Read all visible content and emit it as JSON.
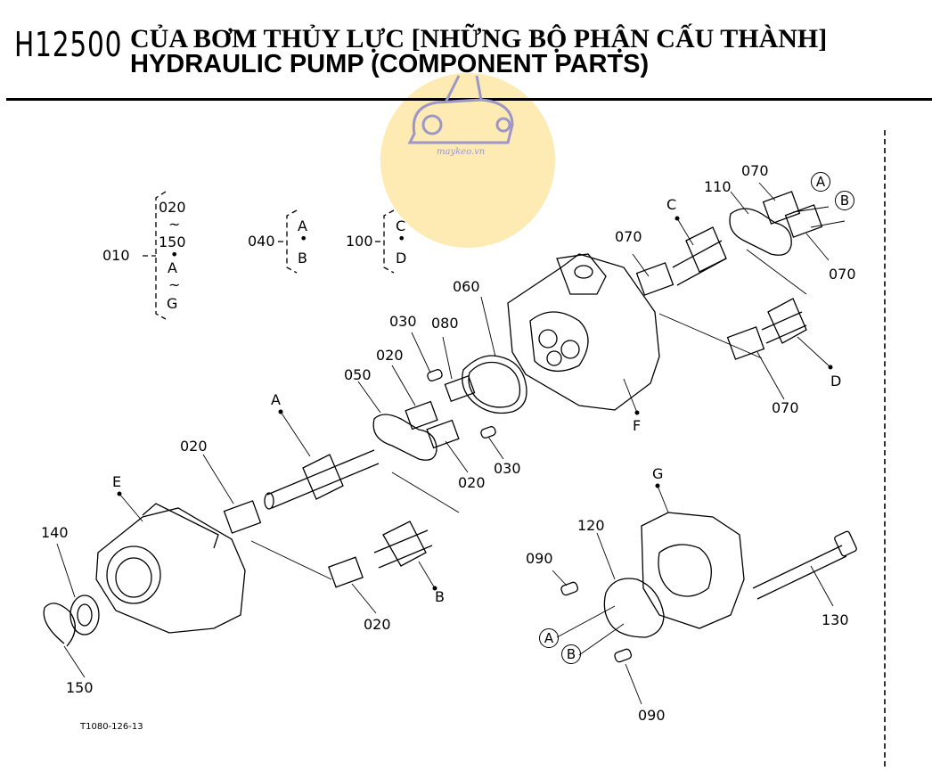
{
  "header": {
    "code": "H12500",
    "title_vi": "CỦA BƠM THỦY LỰC [NHỮNG BỘ PHẬN CẤU THÀNH]",
    "title_en": "HYDRAULIC PUMP (COMPONENT PARTS)"
  },
  "watermark": {
    "text": "maykeo.vn",
    "icon": "tractor-icon",
    "circle_color": "#fde7a6",
    "icon_color": "#9c97c8"
  },
  "legend_groups": [
    {
      "ref": "010",
      "items": [
        "020",
        "~",
        "150",
        "•",
        "A",
        "~",
        "G"
      ]
    },
    {
      "ref": "040",
      "items": [
        "A",
        "•",
        "B"
      ]
    },
    {
      "ref": "100",
      "items": [
        "C",
        "•",
        "D"
      ]
    }
  ],
  "callouts": {
    "c070_top": "070",
    "c110": "110",
    "c070_right": "070",
    "c070_mid": "070",
    "c070_lower": "070",
    "cC": "C",
    "cD": "D",
    "cF": "F",
    "c060": "060",
    "c030_top": "030",
    "c080": "080",
    "c020_a": "020",
    "c050": "050",
    "c020_b": "020",
    "c030_bottom": "030",
    "cA": "A",
    "c020_left": "020",
    "cE": "E",
    "c140": "140",
    "c150": "150",
    "cB": "B",
    "c020_bottom": "020",
    "cG": "G",
    "c120": "120",
    "c090_top": "090",
    "c130": "130",
    "c090_bottom": "090"
  },
  "circled_refs": {
    "top_A": "A",
    "top_B": "B",
    "bottom_A": "A",
    "bottom_B": "B"
  },
  "figure_number": "T1080-126-13"
}
